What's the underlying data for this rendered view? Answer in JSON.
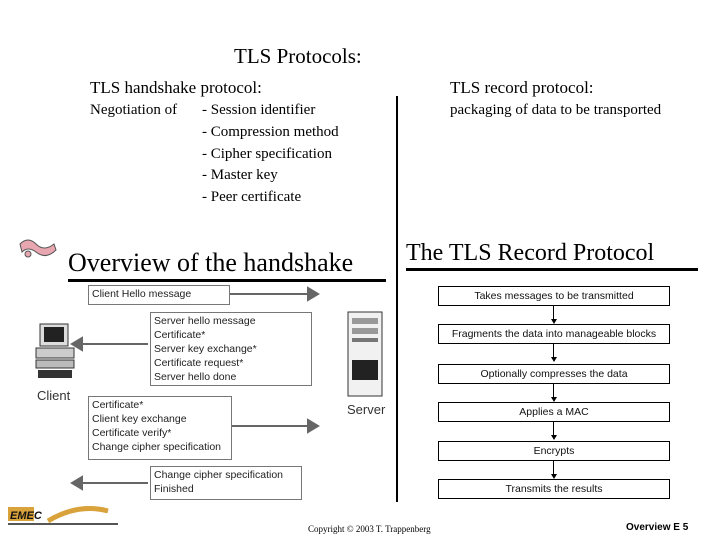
{
  "title": "TLS Protocols:",
  "handshake": {
    "heading": "TLS handshake protocol:",
    "negotiation_label": "Negotiation of",
    "items": [
      "- Session identifier",
      "- Compression method",
      "- Cipher specification",
      "- Master key",
      "- Peer certificate"
    ]
  },
  "record": {
    "heading": "TLS record protocol:",
    "description": "packaging of data to be transported"
  },
  "handshake_figure": {
    "title": "Overview of the handshake",
    "client_label": "Client",
    "server_label": "Server",
    "messages": [
      [
        "Client Hello message"
      ],
      [
        "Server hello message",
        "Certificate*",
        "Server key exchange*",
        "Certificate request*",
        "Server hello done"
      ],
      [
        "Certificate*",
        "Client key exchange",
        "Certificate verify*",
        "Change cipher specification"
      ],
      [
        "Change cipher specification",
        "Finished"
      ]
    ]
  },
  "record_figure": {
    "title": "The TLS Record Protocol",
    "steps": [
      "Takes messages to be transmitted",
      "Fragments the data into manageable blocks",
      "Optionally compresses the data",
      "Applies a MAC",
      "Encrypts",
      "Transmits the results"
    ]
  },
  "footer": {
    "copyright": "Copyright © 2003 T. Trappenberg",
    "page": "Overview E 5",
    "logo_text": "EMEC"
  }
}
